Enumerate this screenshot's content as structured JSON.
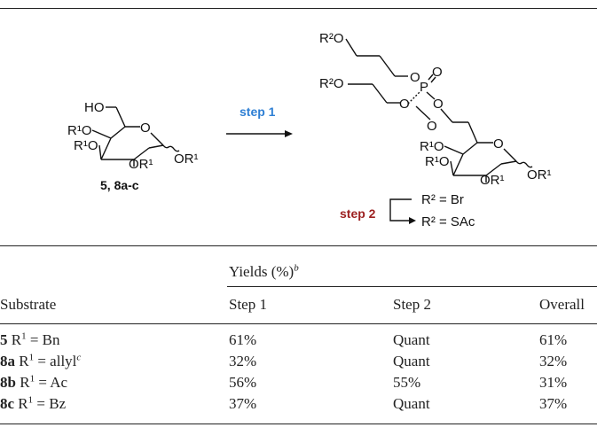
{
  "scheme": {
    "left_compound_label": "5, 8a-c",
    "step1_label": "step 1",
    "step2_label": "step 2",
    "step2_condition_1": "R² = Br",
    "step2_condition_2": "R² = SAc",
    "step1_color": "#2e7fd4",
    "step2_color": "#9c1f1f",
    "atoms": {
      "HO": "HO",
      "O": "O",
      "R1O": "R¹O",
      "OR1": "OR¹",
      "R2O": "R²O",
      "P": "P"
    }
  },
  "table": {
    "group_header": "Yields (%)",
    "group_header_sup": "b",
    "columns": [
      "Substrate",
      "Step 1",
      "Step 2",
      "Overall"
    ],
    "rows": [
      {
        "id": "5",
        "pre": "R",
        "sup": "1",
        "post": " = Bn",
        "note": "",
        "step1": "61%",
        "step2": "Quant",
        "overall": "61%"
      },
      {
        "id": "8a",
        "pre": "R",
        "sup": "1",
        "post": " = allyl",
        "note": "c",
        "step1": "32%",
        "step2": "Quant",
        "overall": "32%"
      },
      {
        "id": "8b",
        "pre": "R",
        "sup": "1",
        "post": " = Ac",
        "note": "",
        "step1": "56%",
        "step2": "55%",
        "overall": "31%"
      },
      {
        "id": "8c",
        "pre": "R",
        "sup": "1",
        "post": " = Bz",
        "note": "",
        "step1": "37%",
        "step2": "Quant",
        "overall": "37%"
      }
    ]
  }
}
